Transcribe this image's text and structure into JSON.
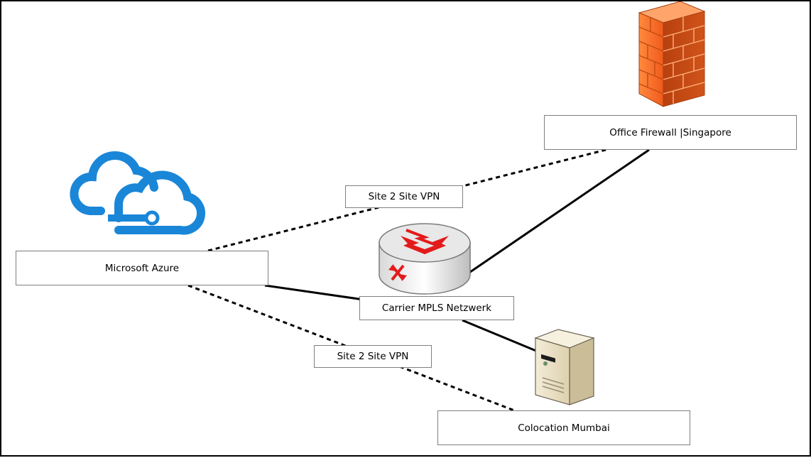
{
  "nodes": {
    "azure": "Microsoft Azure",
    "mpls": "Carrier MPLS Netzwerk",
    "office": "Office Firewall |Singapore",
    "colocation": "Colocation Mumbai"
  },
  "connection_labels": {
    "vpn_top": "Site 2 Site VPN",
    "vpn_bottom": "Site 2 Site VPN"
  },
  "icons": {
    "cloud": "azure-cloud-icon",
    "router": "router-icon",
    "firewall": "firewall-icon",
    "server": "server-tower-icon"
  },
  "colors": {
    "cloud_blue": "#1a86d8",
    "router_red": "#e31b1b",
    "firewall_orange": "#f26a2a",
    "server_beige": "#e6dcc2",
    "box_border": "#7f7f7f"
  }
}
